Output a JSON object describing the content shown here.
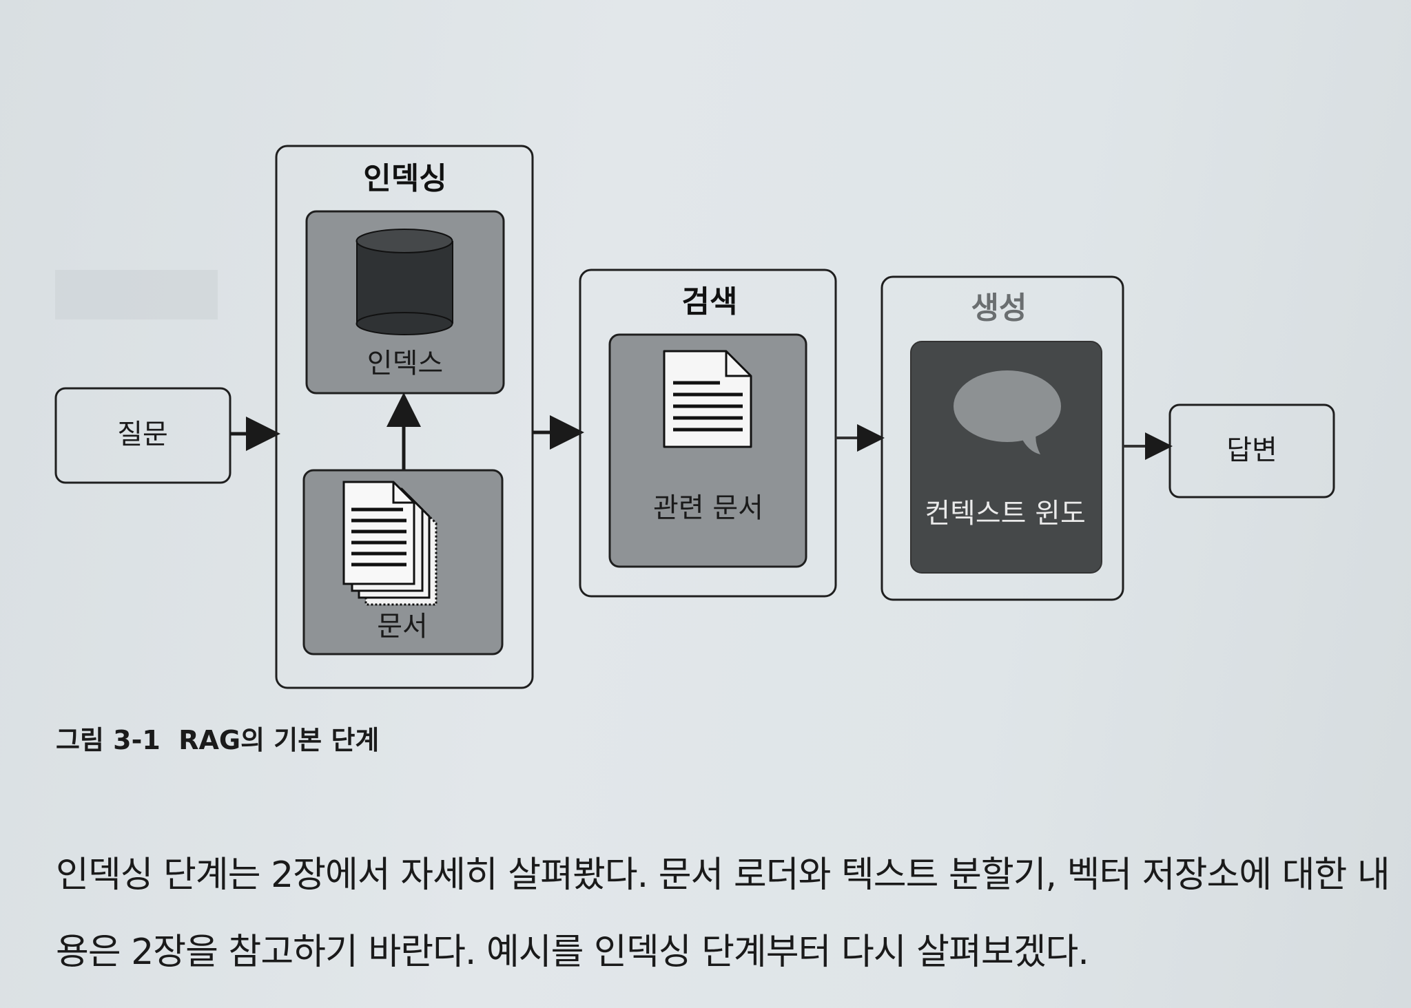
{
  "figure": {
    "question_label": "질문",
    "indexing": {
      "title": "인덱싱",
      "index_label": "인덱스",
      "documents_label": "문서"
    },
    "retrieval": {
      "title": "검색",
      "relevant_docs_label": "관련 문서"
    },
    "generation": {
      "title": "생성",
      "context_window_label": "컨텍스트 윈도"
    },
    "answer_label": "답변"
  },
  "caption": "그림 3-1  RAG의 기본 단계",
  "body": {
    "line1": "인덱싱 단계는 2장에서 자세히 살펴봤다. 문서 로더와 텍스트 분할기, 벡터 저장소에 대한 내",
    "line2": "용은 2장을 참고하기 바란다. 예시를 인덱싱 단계부터 다시 살펴보겠다."
  }
}
